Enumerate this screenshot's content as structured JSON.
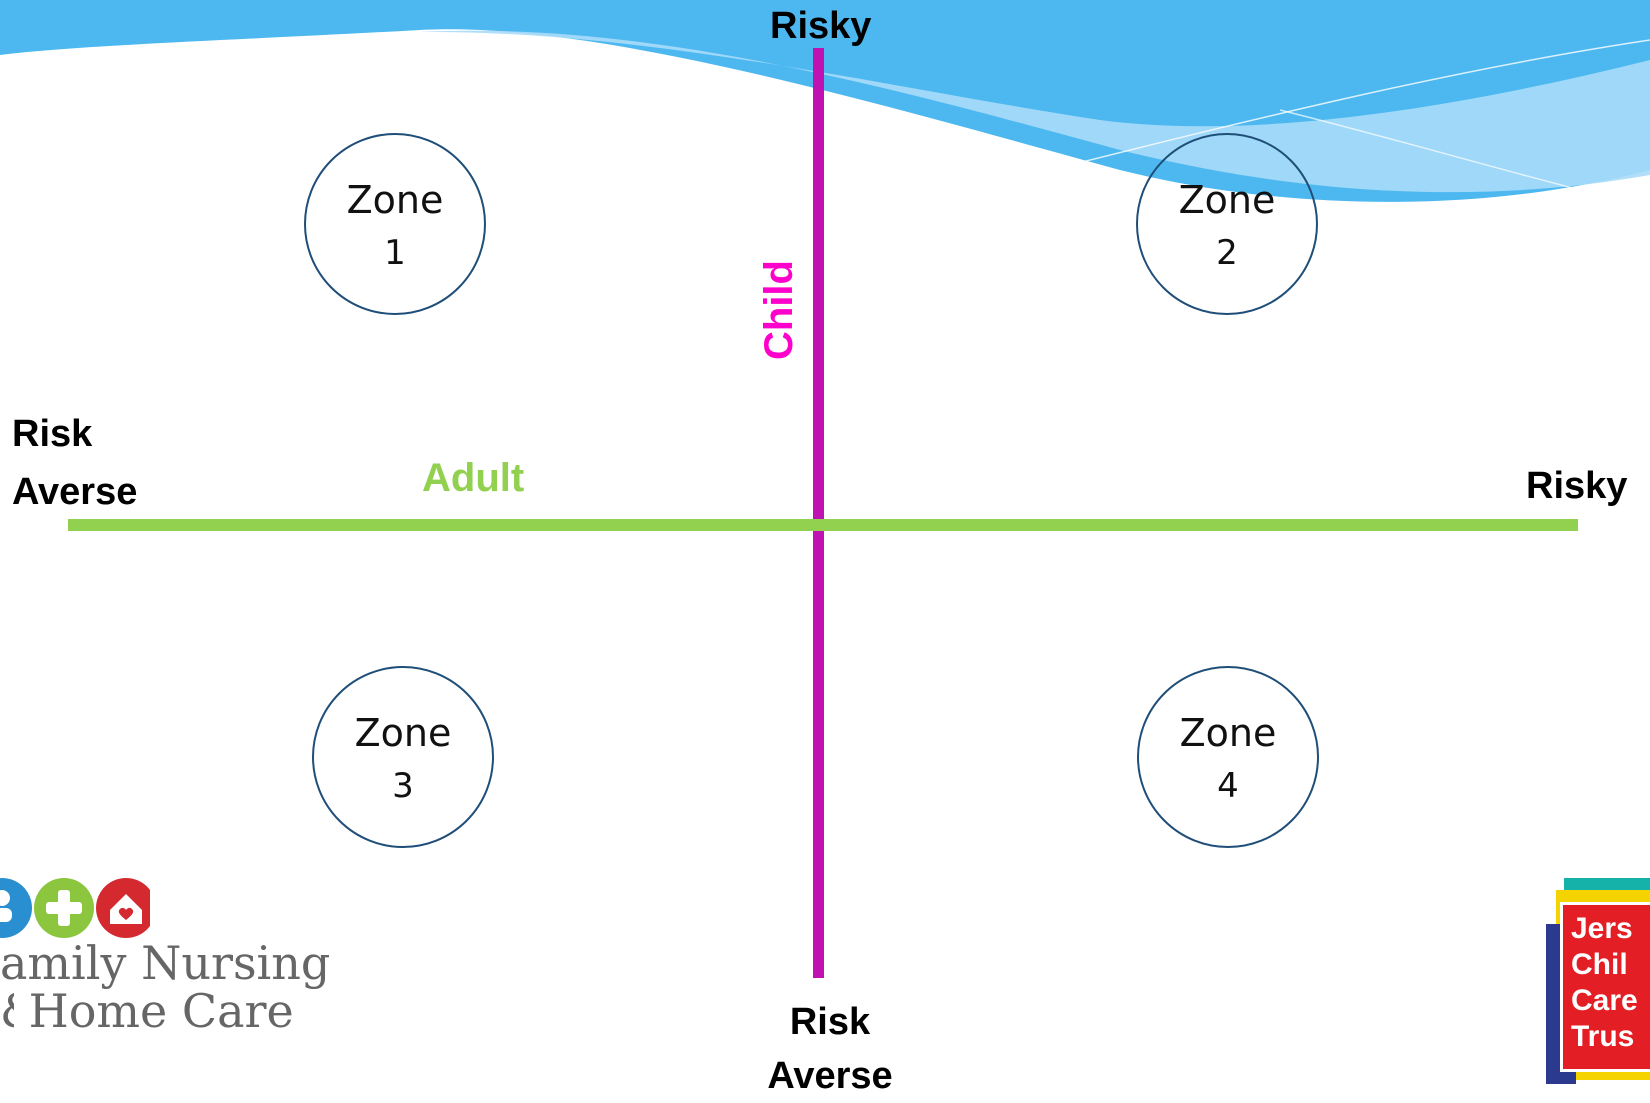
{
  "axes": {
    "vertical": {
      "name": "Child",
      "top_label": "Risky",
      "bottom_label": "Risk Averse",
      "color": "#c011b3"
    },
    "horizontal": {
      "name": "Adult",
      "left_label": "Risk Averse",
      "right_label": "Risky",
      "color": "#92d050"
    }
  },
  "zones": [
    {
      "word": "Zone",
      "number": "1"
    },
    {
      "word": "Zone",
      "number": "2"
    },
    {
      "word": "Zone",
      "number": "3"
    },
    {
      "word": "Zone",
      "number": "4"
    }
  ],
  "colors": {
    "wave": "#4db8f0",
    "wave_light": "#a9dcf8",
    "zone_border": "#1f4e79",
    "trust_red": "#e31e24",
    "trust_blue": "#2b3a8f",
    "trust_teal": "#14b2a8",
    "trust_yellow": "#f5d300"
  },
  "logos": {
    "family_nursing": {
      "line1": "amily Nursing",
      "line2": "Home Care",
      "icons": [
        "people-icon",
        "plus-icon",
        "heart-house-icon"
      ]
    },
    "jersey_trust": {
      "lines": [
        "Jers",
        "Chil",
        "Care",
        "Trus"
      ]
    }
  }
}
